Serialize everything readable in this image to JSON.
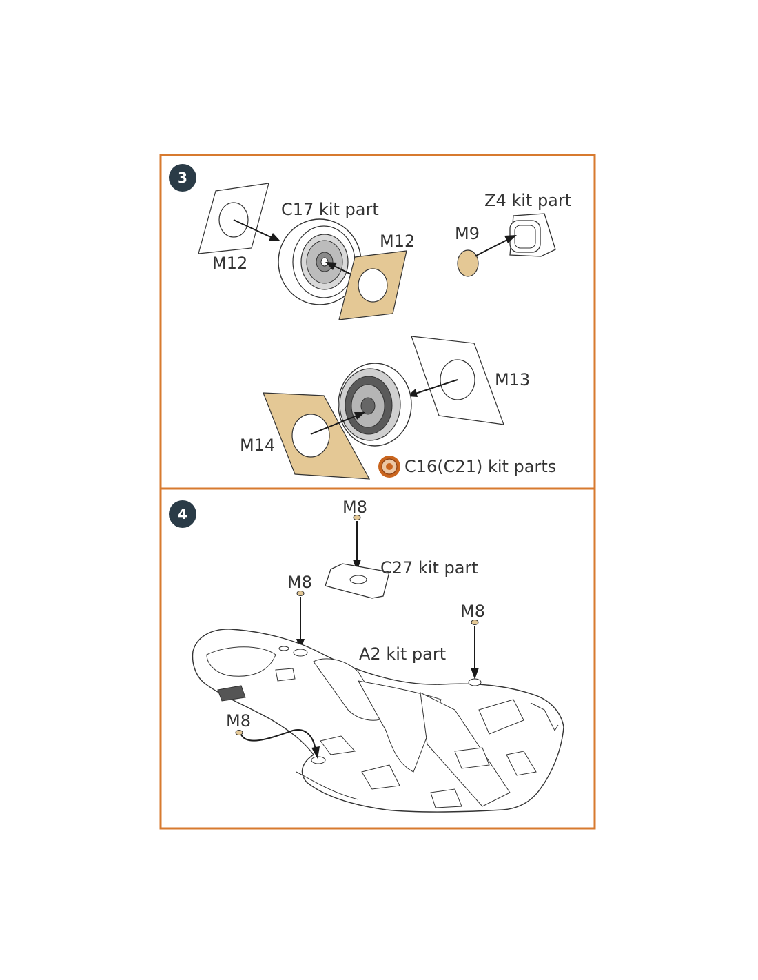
{
  "colors": {
    "frame": "#d77a2f",
    "badge": "#2a3b47",
    "decal_fill": "#e4c895",
    "line": "#1a1a1a",
    "marker_fill": "#ecc7a4",
    "marker_ring": "#c9651e"
  },
  "step3": {
    "number": "3",
    "labels": {
      "c17": "C17 kit part",
      "z4": "Z4 kit part",
      "m12_left": "M12",
      "m12_right": "M12",
      "m9": "M9",
      "m13": "M13",
      "m14": "M14",
      "c16": "C16(C21) kit parts"
    },
    "marker_icon": "choose-one-option-icon"
  },
  "step4": {
    "number": "4",
    "labels": {
      "m8_top": "M8",
      "c27": "C27 kit part",
      "m8_left": "M8",
      "m8_right": "M8",
      "a2": "A2 kit part",
      "m8_bottom": "M8"
    }
  }
}
